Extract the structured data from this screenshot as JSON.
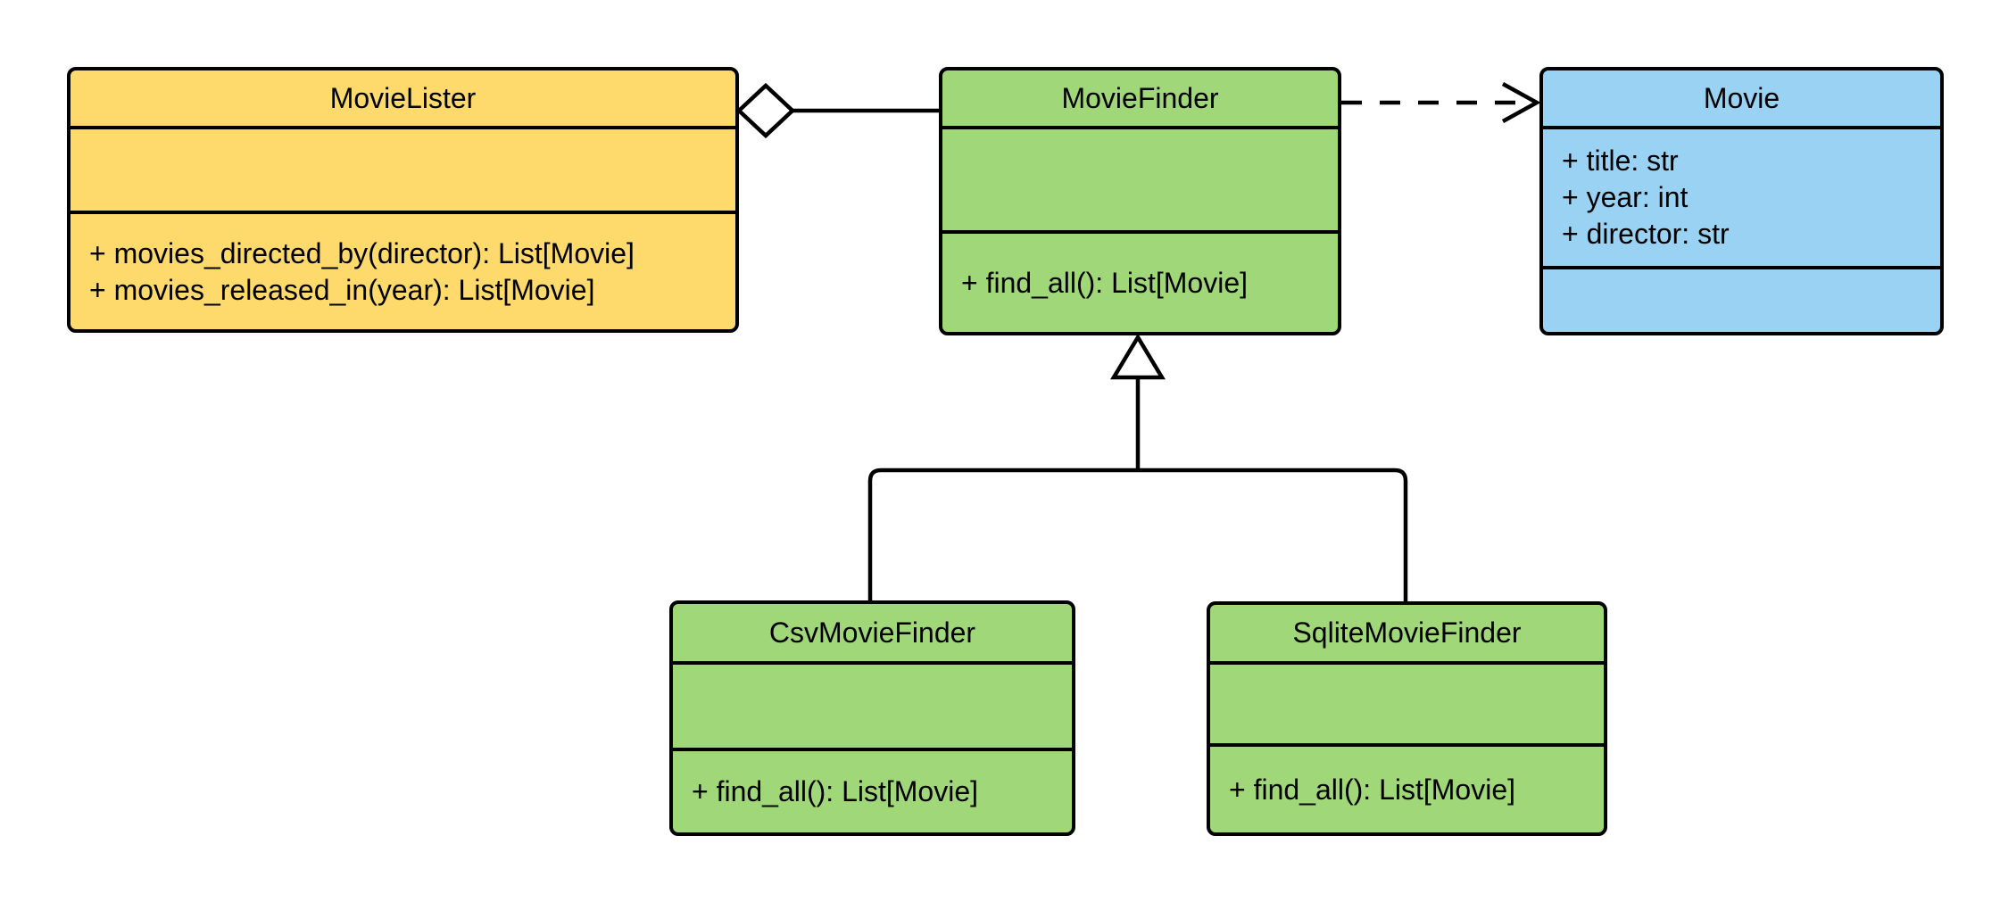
{
  "diagram": {
    "type": "uml-class-diagram",
    "colors": {
      "yellow": "#FDDA6B",
      "green": "#A0D778",
      "blue": "#99D2F2",
      "line": "#000000",
      "shape_fill": "#FFFFFF",
      "background": "#FFFFFF"
    },
    "classes": [
      {
        "name": "MovieLister",
        "color": "#FDDA6B",
        "attributes": [],
        "methods": [
          "+ movies_directed_by(director): List[Movie]",
          "+ movies_released_in(year): List[Movie]"
        ]
      },
      {
        "name": "MovieFinder",
        "color": "#A0D778",
        "attributes": [],
        "methods": [
          "+ find_all(): List[Movie]"
        ]
      },
      {
        "name": "Movie",
        "color": "#99D2F2",
        "attributes": [
          "+ title: str",
          "+ year: int",
          "+ director: str"
        ],
        "methods": []
      },
      {
        "name": "CsvMovieFinder",
        "color": "#A0D778",
        "attributes": [],
        "methods": [
          "+ find_all(): List[Movie]"
        ]
      },
      {
        "name": "SqliteMovieFinder",
        "color": "#A0D778",
        "attributes": [],
        "methods": [
          "+ find_all(): List[Movie]"
        ]
      }
    ],
    "relationships": [
      {
        "type": "aggregation",
        "from": "MovieLister",
        "to": "MovieFinder"
      },
      {
        "type": "dependency",
        "from": "MovieFinder",
        "to": "Movie"
      },
      {
        "type": "generalization",
        "from": "CsvMovieFinder",
        "to": "MovieFinder"
      },
      {
        "type": "generalization",
        "from": "SqliteMovieFinder",
        "to": "MovieFinder"
      }
    ]
  }
}
